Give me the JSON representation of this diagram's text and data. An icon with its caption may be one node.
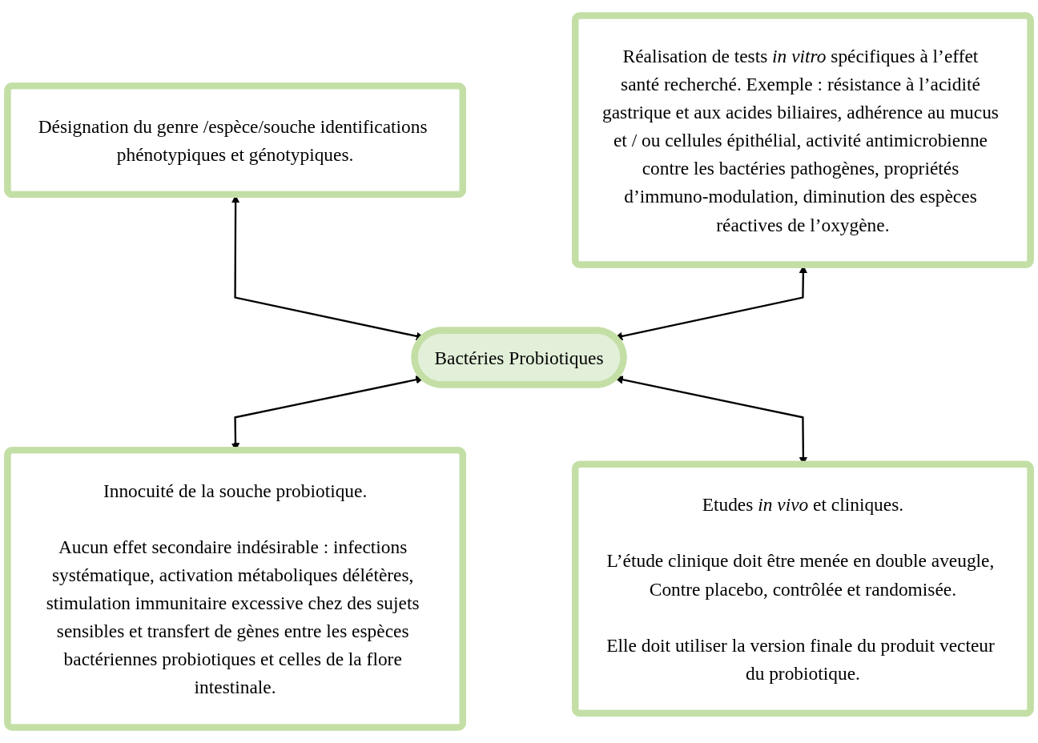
{
  "diagram": {
    "nodes": [
      {
        "text": [
          "Désignation du genre /espèce/souche identifications phénotypiques et génotypiques."
        ]
      },
      {
        "text": [
          "Réalisation de tests *in vitro* spécifiques à l’effet santé recherché. Exemple : résistance à l’acidité gastrique et aux acides biliaires, adhérence au mucus et / ou cellules épithélial, activité antimicrobienne contre les bactéries pathogènes, propriétés d’immuno-modulation, diminution des espèces réactives de l’oxygène."
        ]
      },
      {
        "text": [
          "Bactéries Probiotiques"
        ]
      },
      {
        "text": [
          "Innocuité de la souche probiotique.",
          "Aucun effet secondaire indésirable : infections systématique, activation métaboliques délétères, stimulation immunitaire excessive chez des sujets sensibles et transfert de gènes entre les espèces bactériennes probiotiques et celles de la flore intestinale."
        ]
      },
      {
        "text": [
          "Etudes *in vivo* et cliniques.",
          "L’étude clinique doit être menée en double aveugle, Contre placebo, contrôlée et randomisée.",
          "Elle doit utiliser la version finale du produit vecteur du probiotique."
        ]
      }
    ],
    "edges": [
      {
        "from": 0,
        "to": 2,
        "arrow": "both"
      },
      {
        "from": 1,
        "to": 2,
        "arrow": "both"
      },
      {
        "from": 2,
        "to": 3,
        "arrow": "both"
      },
      {
        "from": 2,
        "to": 4,
        "arrow": "both"
      }
    ]
  }
}
